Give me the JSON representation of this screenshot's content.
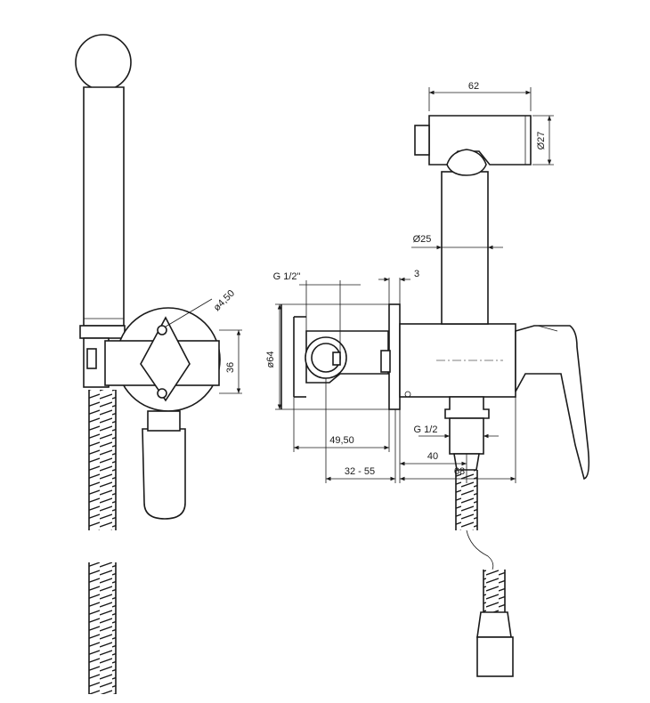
{
  "dimensions": {
    "hole_diameter": "ø4,50",
    "bracket_height": "36",
    "inlet_thread_top": "G 1/2\"",
    "plate_thickness": "3",
    "plate_diameter": "ø64",
    "depth_49": "49,50",
    "depth_range": "32 - 55",
    "handshower_length": "62",
    "handshower_diameter": "Ø27",
    "stem_diameter": "Ø25",
    "outlet_thread": "G 1/2",
    "outlet_depth": "40",
    "outlet_offset": "68"
  }
}
